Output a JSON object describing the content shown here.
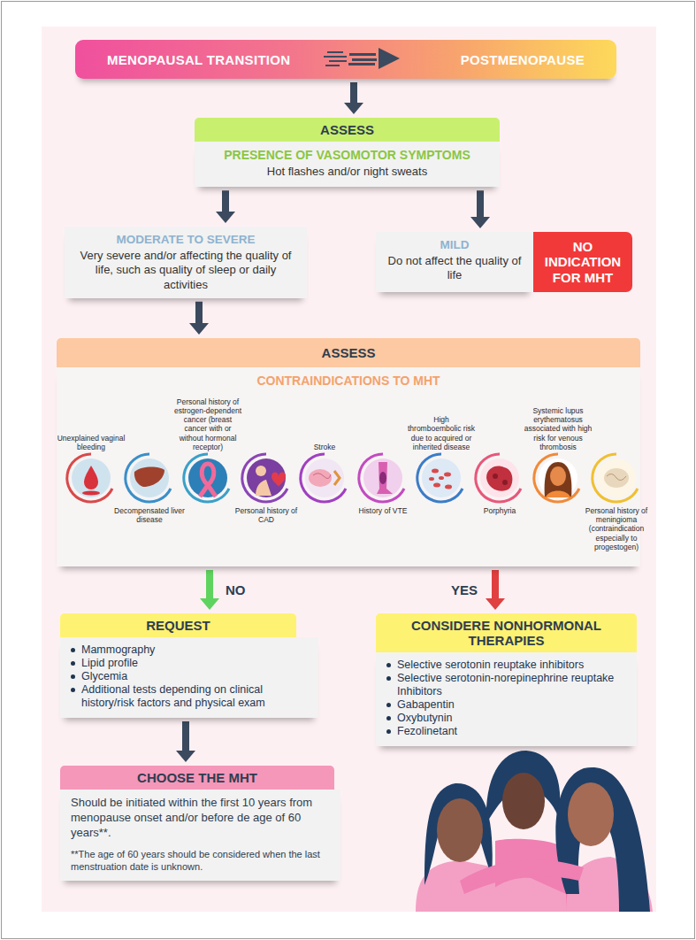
{
  "diagram": {
    "nodes": [
      {
        "text": [
          "MENOPAUSAL TRANSITION",
          "POSTMENOPAUSE"
        ]
      },
      {
        "text": [
          "ASSESS",
          "PRESENCE OF VASOMOTOR SYMPTOMS",
          "Hot flashes and/or night sweats"
        ]
      },
      {
        "text": [
          "MODERATE TO SEVERE",
          "Very severe and/or affecting the quality of life, such as quality of sleep or daily activities"
        ]
      },
      {
        "text": [
          "MILD",
          "Do not affect the quality of life"
        ]
      },
      {
        "text": [
          "NO INDICATION FOR MHT"
        ]
      },
      {
        "text": [
          "ASSESS",
          "CONTRAINDICATIONS TO MHT"
        ]
      },
      {
        "text": [
          "REQUEST",
          "Mammography",
          "Lipid profile",
          "Glycemia",
          "Additional tests depending on clinical history/risk factors and physical exam"
        ]
      },
      {
        "text": [
          "CONSIDERE NONHORMONAL THERAPIES",
          "Selective serotonin reuptake inhibitors",
          "Selective serotonin-norepinephrine reuptake Inhibitors",
          "Gabapentin",
          "Oxybutynin",
          "Fezolinetant"
        ]
      },
      {
        "text": [
          "CHOOSE THE MHT",
          "Should be initiated within the first 10 years from menopause onset and/or before de age of 60 years**.",
          "**The age of 60 years should be considered when the last menstruation date is unknown."
        ]
      }
    ],
    "edges": [
      {
        "from": 0,
        "to": 1,
        "arrow": "to"
      },
      {
        "from": 1,
        "to": 2,
        "arrow": "to"
      },
      {
        "from": 1,
        "to": 3,
        "arrow": "to"
      },
      {
        "from": 2,
        "to": 5,
        "arrow": "to"
      },
      {
        "from": 5,
        "to": 6,
        "label": "NO",
        "arrow": "to"
      },
      {
        "from": 5,
        "to": 7,
        "label": "YES",
        "arrow": "to"
      },
      {
        "from": 6,
        "to": 8,
        "arrow": "to"
      }
    ],
    "labels": [
      "Unexplained vaginal bleeding",
      "Decompensated liver disease",
      "Personal history of estrogen-dependent cancer (breast cancer with or without hormonal receptor)",
      "Personal history of CAD",
      "Stroke",
      "History of VTE",
      "High thromboembolic risk due to acquired or inherited disease",
      "Porphyria",
      "Systemic lupus erythematosus associated with high risk for venous thrombosis",
      "Personal history of meningioma (contraindication especially to progestogen)"
    ]
  }
}
